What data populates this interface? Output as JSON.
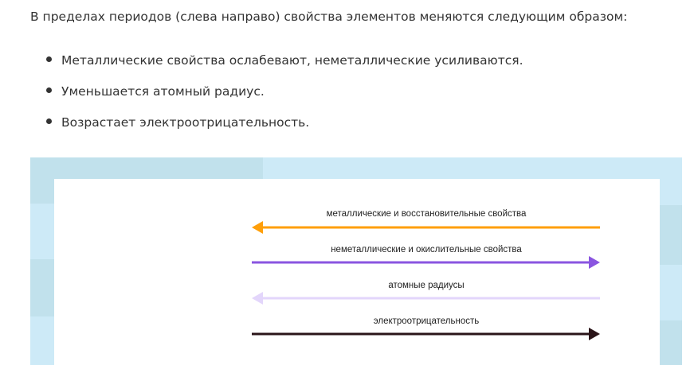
{
  "intro": "В пределах периодов (слева направо) свойства элементов меняются следующим образом:",
  "bullets": [
    "Металлические свойства ослабевают, неметаллические усиливаются.",
    "Уменьшается атомный радиус.",
    "Возрастает электроотрицательность."
  ],
  "diagram": {
    "arrows": [
      {
        "label": "металлические и восстановительные свойства",
        "direction": "left",
        "color": "#ff9f0a"
      },
      {
        "label": "неметаллические и окислительные свойства",
        "direction": "right",
        "color": "#8a55e0"
      },
      {
        "label": "атомные радиусы",
        "direction": "left",
        "color": "#e3d6fb"
      },
      {
        "label": "электроотрицательность",
        "direction": "right",
        "color": "#2a1418"
      }
    ]
  }
}
